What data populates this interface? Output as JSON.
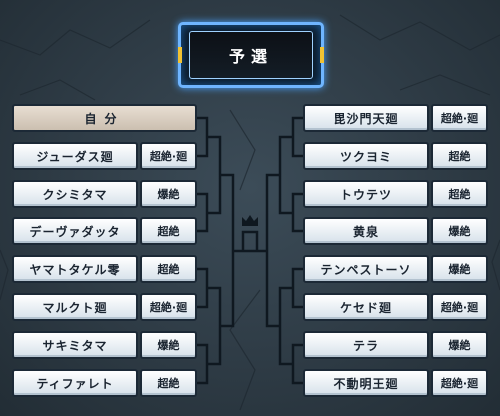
{
  "stage": {
    "title": "予選"
  },
  "left": [
    {
      "name": "自分",
      "rank": "",
      "self": true
    },
    {
      "name": "ジューダス廻",
      "rank": "超絶·廻"
    },
    {
      "name": "クシミタマ",
      "rank": "爆絶"
    },
    {
      "name": "デーヴァダッタ",
      "rank": "超絶"
    },
    {
      "name": "ヤマトタケル零",
      "rank": "超絶"
    },
    {
      "name": "マルクト廻",
      "rank": "超絶·廻"
    },
    {
      "name": "サキミタマ",
      "rank": "爆絶"
    },
    {
      "name": "ティファレト",
      "rank": "超絶"
    }
  ],
  "right": [
    {
      "name": "毘沙門天廻",
      "rank": "超絶·廻"
    },
    {
      "name": "ツクヨミ",
      "rank": "超絶"
    },
    {
      "name": "トウテツ",
      "rank": "超絶"
    },
    {
      "name": "黄泉",
      "rank": "爆絶"
    },
    {
      "name": "テンペストーソ",
      "rank": "爆絶"
    },
    {
      "name": "ケセド廻",
      "rank": "超絶·廻"
    },
    {
      "name": "テラ",
      "rank": "爆絶"
    },
    {
      "name": "不動明王廻",
      "rank": "超絶·廻"
    }
  ],
  "colors": {
    "accent": "#6fb5ff",
    "bolt": "#f1c232",
    "line": "#0f1820"
  },
  "icons": {
    "champion": "crown-icon"
  }
}
